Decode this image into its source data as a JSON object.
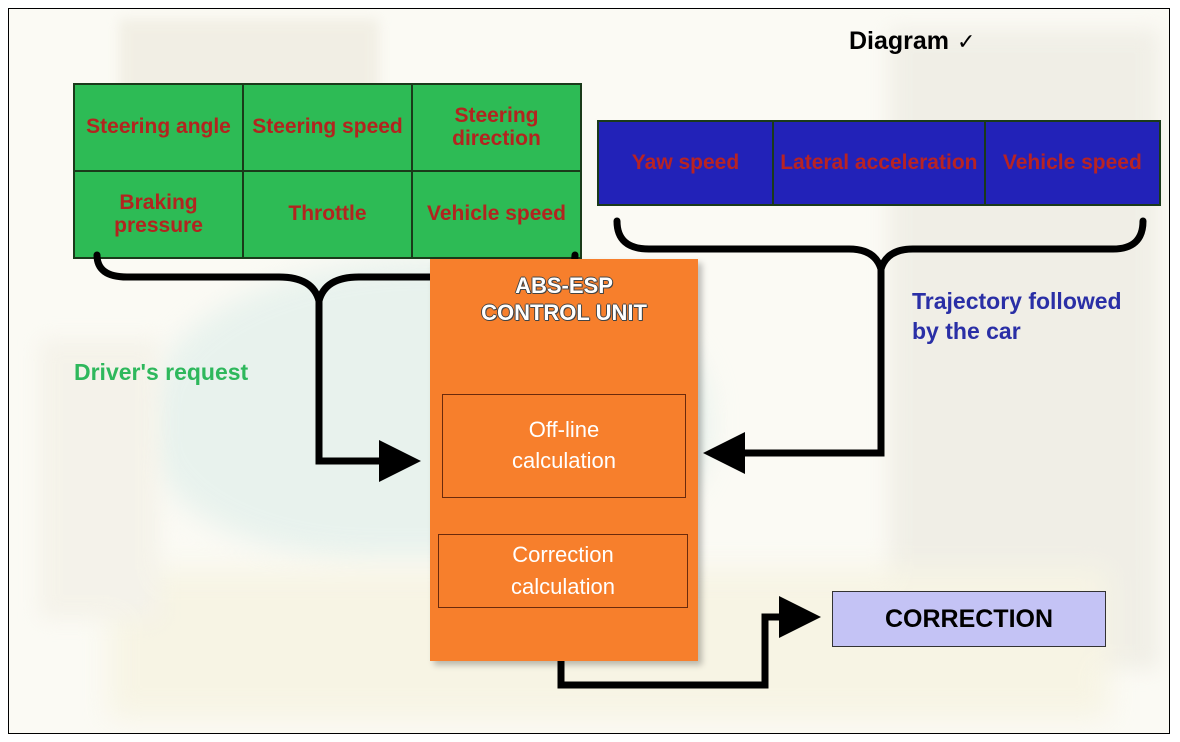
{
  "diagram": {
    "title": "Diagram",
    "title_mark": "✓",
    "driver_inputs": [
      [
        "Steering angle",
        "Steering speed",
        "Steering direction"
      ],
      [
        "Braking pressure",
        "Throttle",
        "Vehicle speed"
      ]
    ],
    "vehicle_measurements": [
      "Yaw speed",
      "Lateral acceleration",
      "Vehicle speed"
    ],
    "drivers_request_label": "Driver's request",
    "trajectory_label": "Trajectory followed by the car",
    "control_unit": {
      "title_line1": "ABS-ESP",
      "title_line2": "CONTROL UNIT",
      "offline_calc": "Off-line calculation",
      "correction_calc": "Correction calculation"
    },
    "output_label": "CORRECTION"
  },
  "colors": {
    "green_cell": "#2dbb55",
    "blue_cell": "#2222b8",
    "cell_text_red": "#b3241f",
    "control_unit_orange": "#f77f2c",
    "correction_box": "#c4c3f5",
    "drivers_request_green": "#2eb85c",
    "trajectory_blue": "#2a2fa6"
  }
}
